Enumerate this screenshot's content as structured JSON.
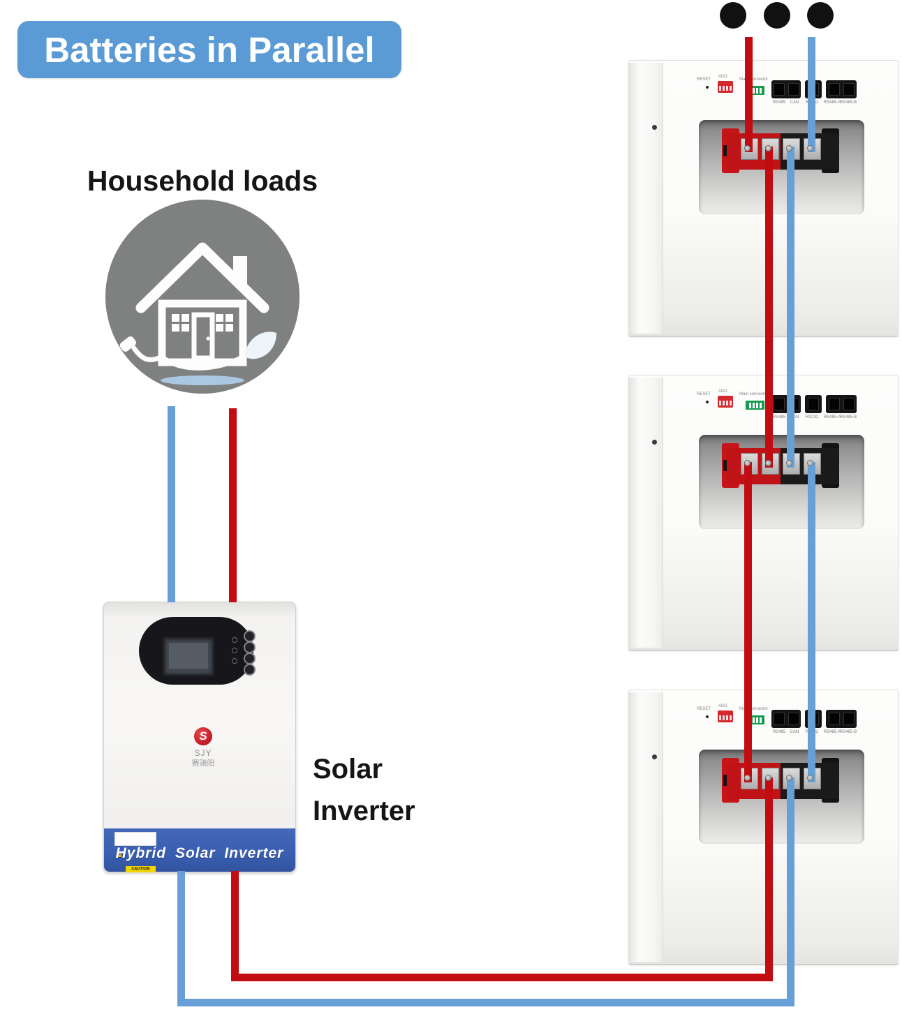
{
  "title": "Batteries in Parallel",
  "household": {
    "label": "Household loads"
  },
  "inverter_label": {
    "line1": "Solar",
    "line2": "Inverter"
  },
  "inverter": {
    "logo_letter": "S",
    "brand_initials": "SJY",
    "brand_cn": "赛骑阳",
    "caution": "CAUTION",
    "band": "Hybrid Solar Inverter"
  },
  "battery": {
    "reset": "RESET",
    "add": "ADD",
    "main_connector": "Main connector",
    "ports": [
      "RS485",
      "CAN",
      "RS232",
      "RS485-A",
      "RS485-B"
    ]
  },
  "colors": {
    "title_bg": "#5b9bd5",
    "wire_red": "#c30c11",
    "wire_blue": "#66a0d6",
    "inverter_band_blue": "#3a5fb2",
    "house_circle_gray": "#7f8080",
    "dip_switch_red": "#d3282e",
    "connector_green": "#169a4e"
  }
}
